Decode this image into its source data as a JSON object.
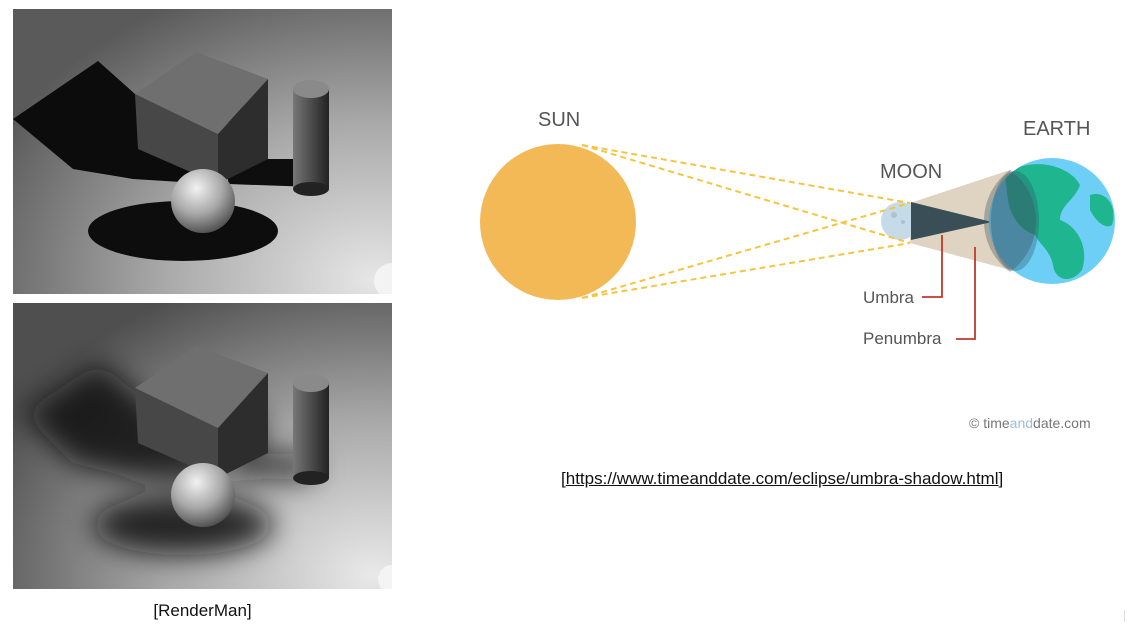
{
  "left": {
    "caption": "[RenderMan]",
    "panels": [
      {
        "name": "hard-shadow-render",
        "shadow": "hard"
      },
      {
        "name": "soft-shadow-render",
        "shadow": "soft"
      }
    ]
  },
  "diagram": {
    "labels": {
      "sun": "SUN",
      "moon": "MOON",
      "earth": "EARTH",
      "umbra": "Umbra",
      "penumbra": "Penumbra"
    },
    "colors": {
      "sun": "#f3b957",
      "ray": "#f5c542",
      "moon": "#c5dbe8",
      "penumbra_cone": "#d9ccb6",
      "umbra_cone": "#3a4e58",
      "earth_ocean": "#6dcff6",
      "earth_land": "#1fb58f",
      "pointer": "#c0392b"
    },
    "credit": {
      "symbol": "©",
      "part1": "time",
      "part2": "and",
      "part3": "date.com"
    }
  },
  "link": {
    "open": "[",
    "url": "https://www.timeanddate.com/eclipse/umbra-shadow.html",
    "close": "]"
  }
}
